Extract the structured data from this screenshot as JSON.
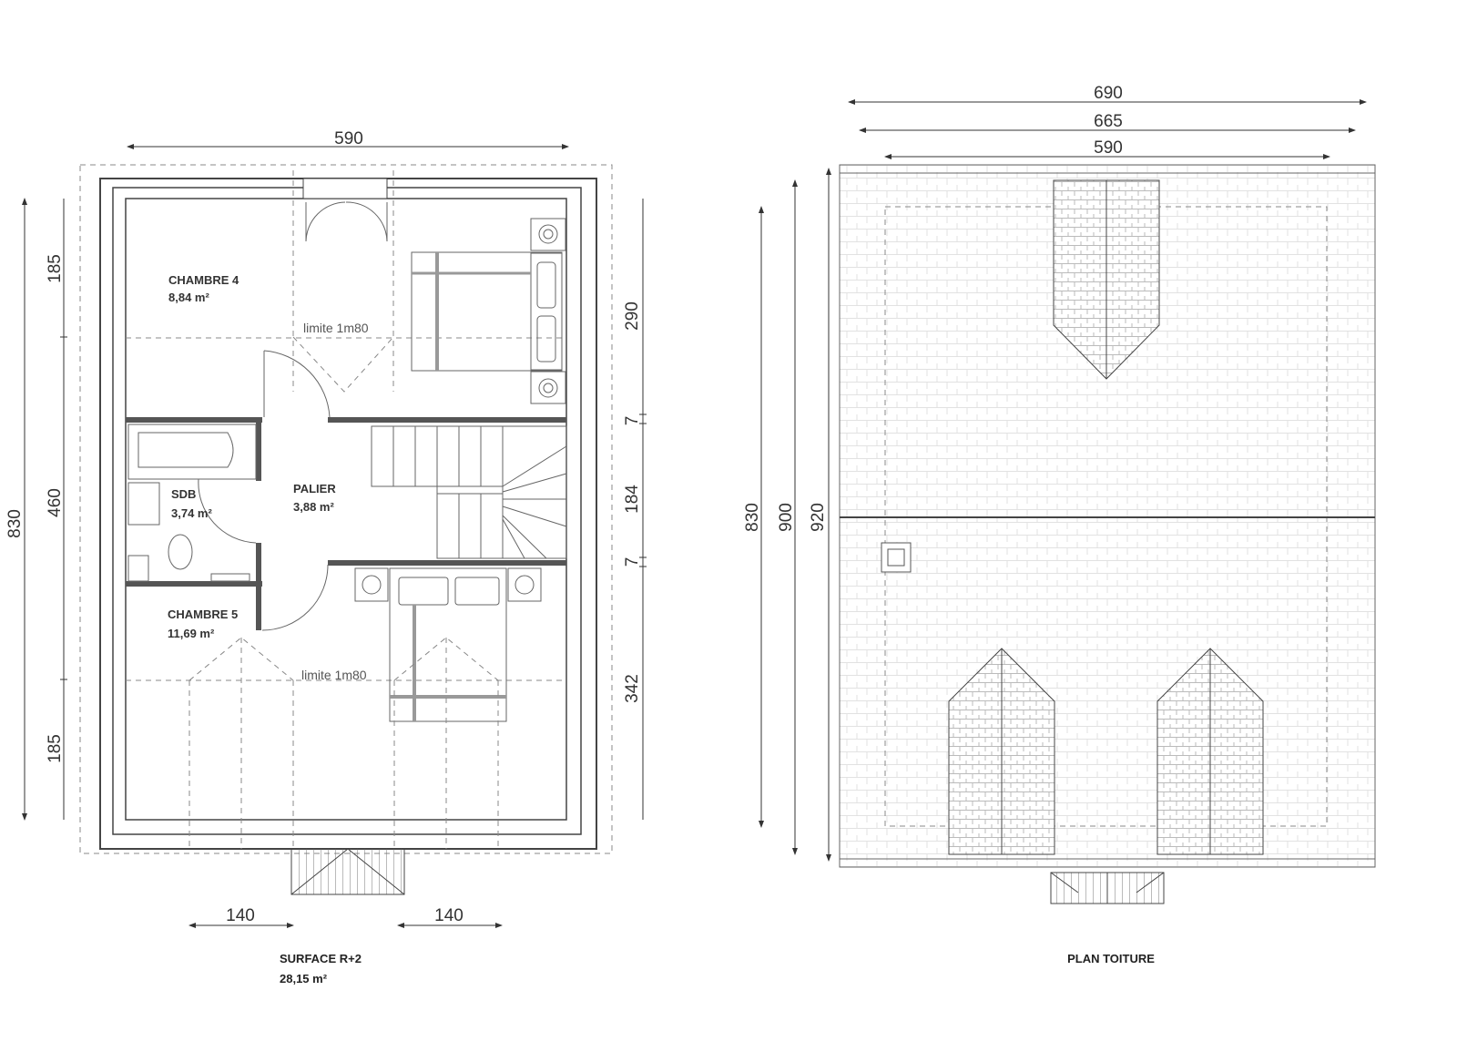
{
  "floor_plan": {
    "dims": {
      "top_width": "590",
      "left_outer": "830",
      "left_top": "185",
      "left_middle": "460",
      "left_bottom": "185",
      "right_top": "290",
      "right_gap1": "7",
      "right_middle": "184",
      "right_gap2": "7",
      "right_bottom": "342",
      "bottom_left": "140",
      "bottom_right": "140"
    },
    "rooms": [
      {
        "name": "CHAMBRE 4",
        "area": "8,84 m²"
      },
      {
        "name": "PALIER",
        "area": "3,88 m²"
      },
      {
        "name": "SDB",
        "area": "3,74 m²"
      },
      {
        "name": "CHAMBRE 5",
        "area": "11,69 m²"
      }
    ],
    "limit_label_top": "limite 1m80",
    "limit_label_bottom": "limite 1m80",
    "caption_title": "SURFACE R+2",
    "caption_area": "28,15 m²"
  },
  "roof_plan": {
    "dims": {
      "top_outer": "690",
      "top_middle": "665",
      "top_inner": "590",
      "left_inner": "830",
      "left_middle": "900",
      "left_outer": "920"
    },
    "caption_title": "PLAN TOITURE"
  }
}
